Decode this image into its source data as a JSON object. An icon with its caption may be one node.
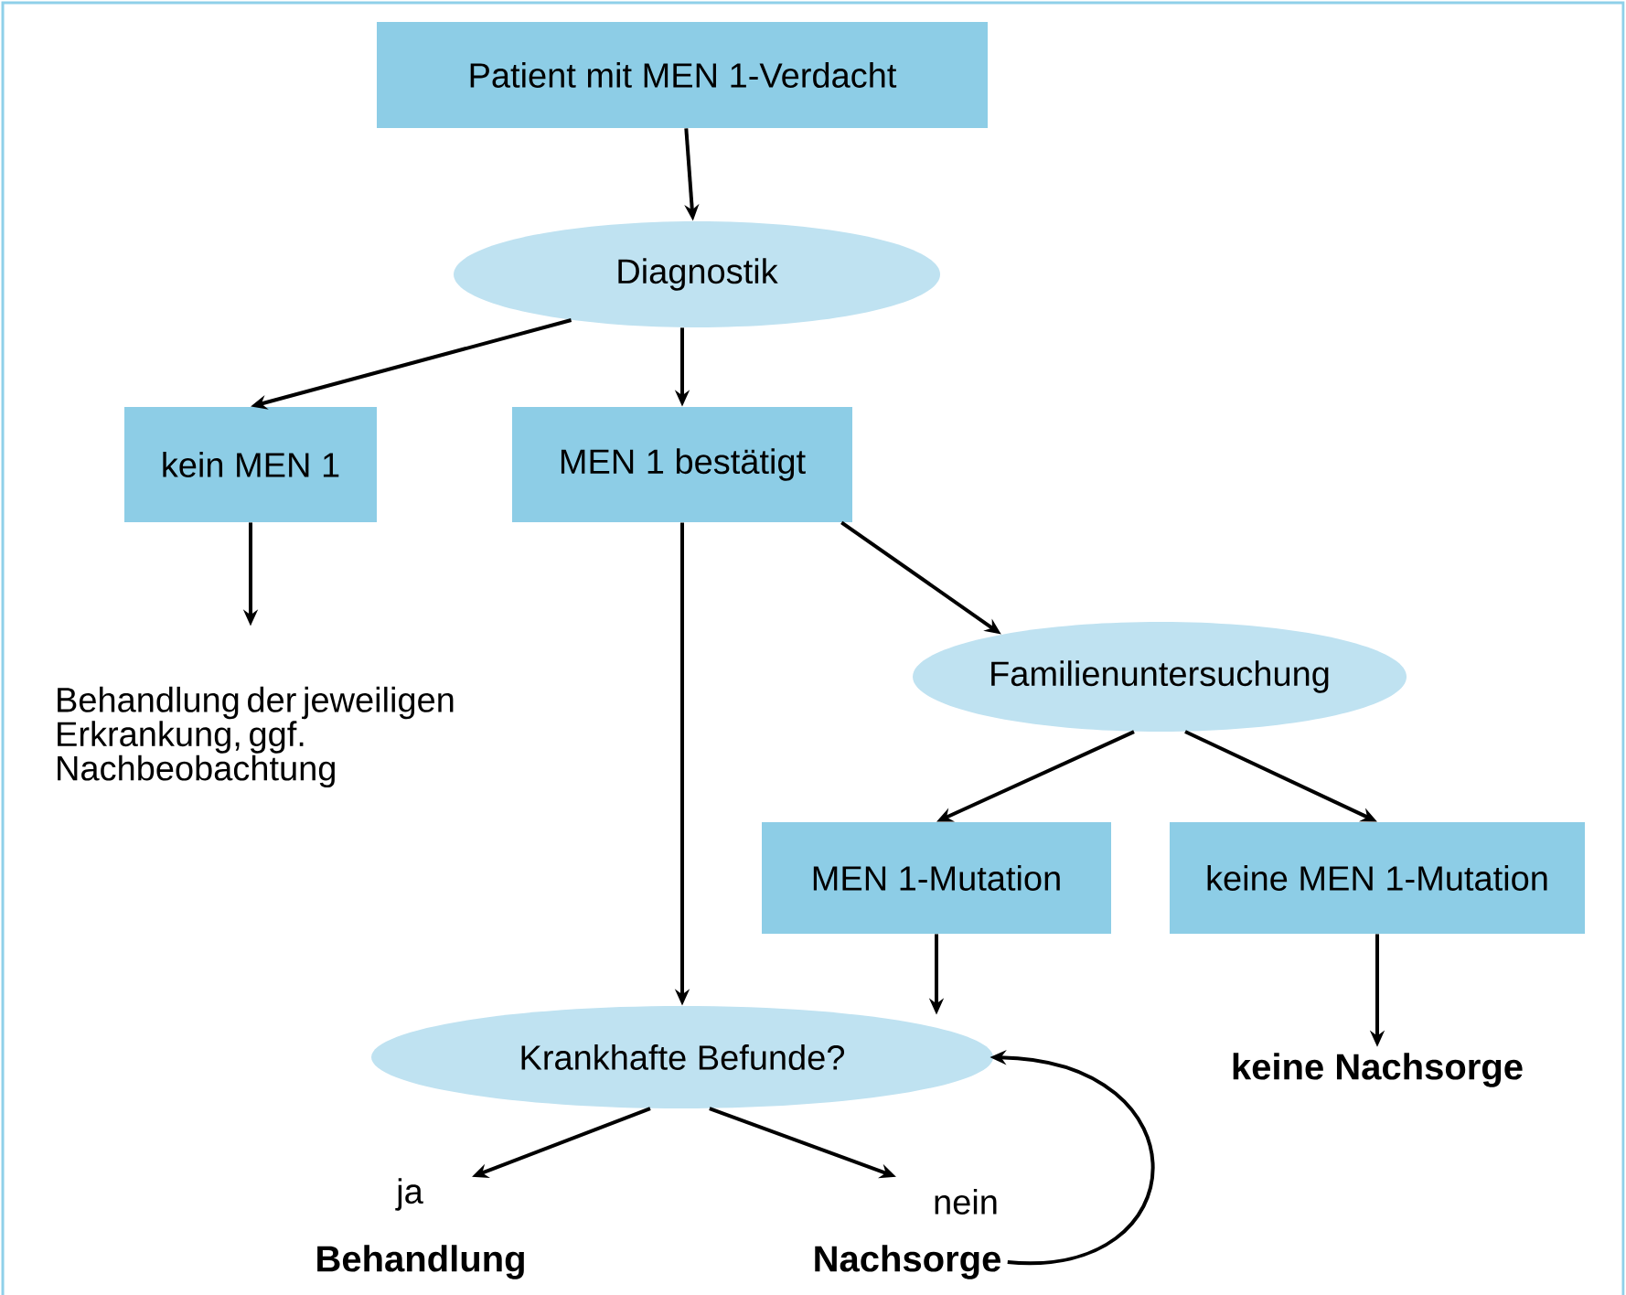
{
  "diagram": {
    "nodes": [
      {
        "text": [
          "Patient mit MEN 1-Verdacht"
        ]
      },
      {
        "text": [
          "Diagnostik"
        ]
      },
      {
        "text": [
          "kein MEN 1"
        ]
      },
      {
        "text": [
          "MEN 1 bestätigt"
        ]
      },
      {
        "text": [
          "Behandlung der jeweiligen Erkrankung, ggf. Nachbeobachtung"
        ]
      },
      {
        "text": [
          "Familienuntersuchung"
        ]
      },
      {
        "text": [
          "MEN 1-Mutation"
        ]
      },
      {
        "text": [
          "keine MEN 1-Mutation"
        ]
      },
      {
        "text": [
          "keine Nachsorge"
        ]
      },
      {
        "text": [
          "Krankhafte Befunde?"
        ]
      },
      {
        "text": [
          "Behandlung"
        ]
      },
      {
        "text": [
          "Nachsorge"
        ]
      }
    ],
    "edges": [
      {
        "from": 0,
        "to": 1,
        "arrow": "to"
      },
      {
        "from": 1,
        "to": 2,
        "arrow": "to"
      },
      {
        "from": 1,
        "to": 3,
        "arrow": "to"
      },
      {
        "from": 2,
        "to": 4,
        "arrow": "to"
      },
      {
        "from": 3,
        "to": 5,
        "arrow": "to"
      },
      {
        "from": 3,
        "to": 9,
        "arrow": "to"
      },
      {
        "from": 5,
        "to": 6,
        "arrow": "to"
      },
      {
        "from": 5,
        "to": 7,
        "arrow": "to"
      },
      {
        "from": 6,
        "to": 9,
        "arrow": "to"
      },
      {
        "from": 7,
        "to": 8,
        "arrow": "to"
      },
      {
        "from": 9,
        "to": 10,
        "arrow": "to",
        "label": "ja"
      },
      {
        "from": 9,
        "to": 11,
        "arrow": "to",
        "label": "nein"
      },
      {
        "from": 11,
        "to": 9,
        "arrow": "to"
      }
    ]
  }
}
